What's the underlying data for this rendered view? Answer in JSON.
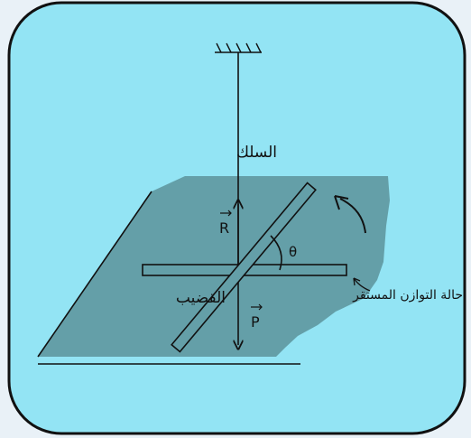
{
  "labels": {
    "wire": "السلك",
    "rod": "القضيب",
    "stable_equilibrium": "حالة التوازن المستقر",
    "reaction_force": "R",
    "weight_force": "P",
    "angle": "θ"
  },
  "colors": {
    "panel_fill": "#93e4f4",
    "panel_border": "#111111",
    "plane_fill": "#649fa8",
    "line": "#111111",
    "page_background": "#e9f1f7"
  },
  "icons": {
    "rotation_arrow": "curved-arrow-icon",
    "ceiling_support": "hatched-ceiling-icon"
  }
}
